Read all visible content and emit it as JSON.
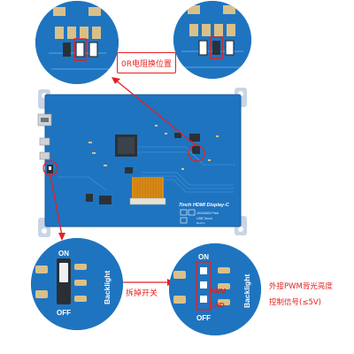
{
  "labels": {
    "resistor_position": "0R电阻换位置",
    "toggle_switch": "拆掉开关",
    "pwm_line1": "外接PWM背光亮度",
    "pwm_line2": "控制信号(≤5V)"
  },
  "board_silkscreen": {
    "title": "7inch HDMI Display-C",
    "resolution": "1024X600 Pixel",
    "touch": "USB Touch",
    "version": "Rev2.1"
  },
  "switch_detail": {
    "on": "ON",
    "off": "OFF",
    "backlight": "Backlight"
  },
  "pad_detail": {
    "on": "ON",
    "off": "OFF",
    "backlight": "Backlight",
    "signal": "PWM",
    "ground": "GND"
  },
  "colors": {
    "pcb": "#1f74bf",
    "pcb_dark": "#175e9e",
    "annotation": "#e62020",
    "mount": "#c9d5e6"
  }
}
